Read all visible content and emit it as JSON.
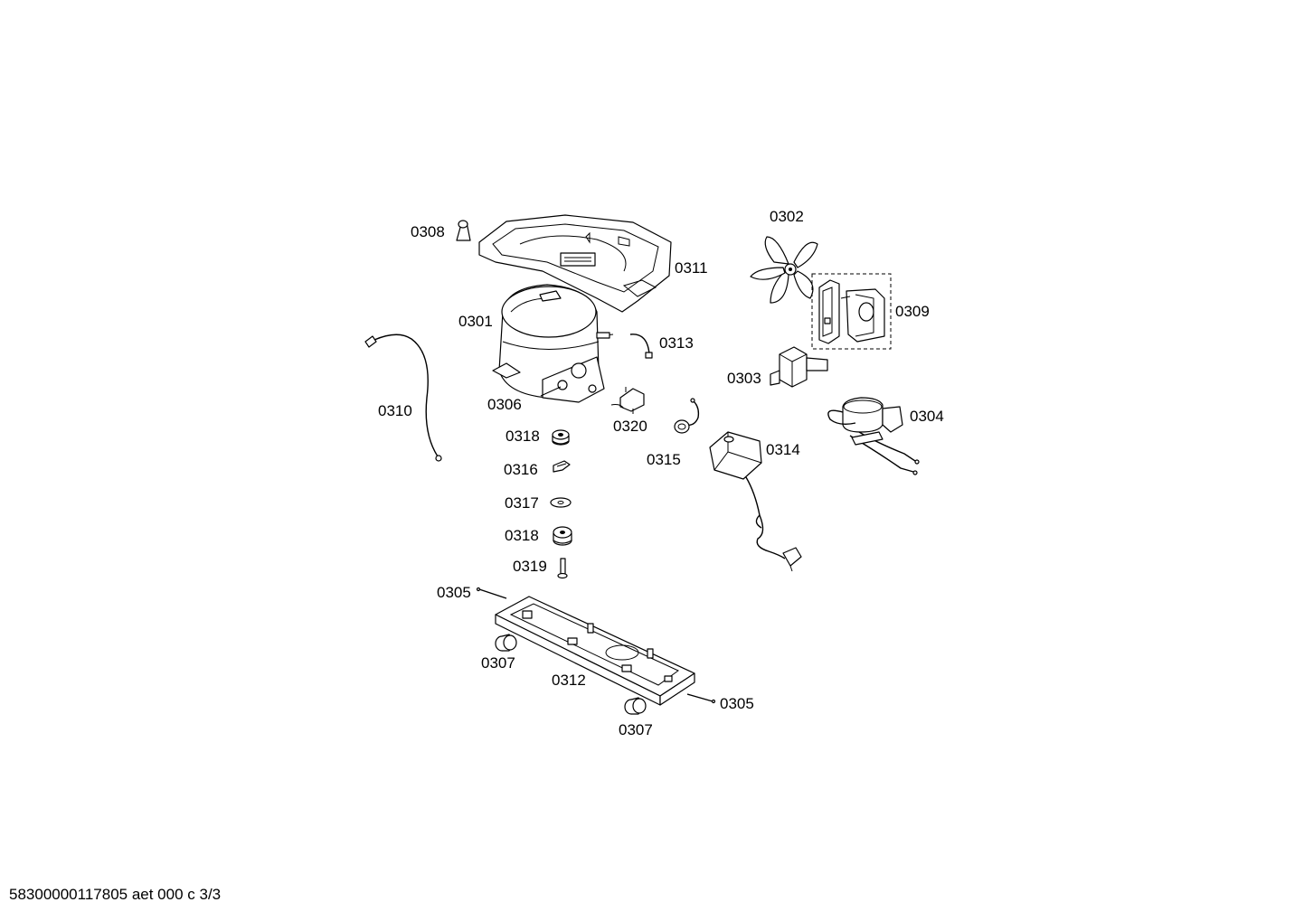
{
  "diagram": {
    "labels": {
      "p0301": "0301",
      "p0302": "0302",
      "p0303": "0303",
      "p0304": "0304",
      "p0305a": "0305",
      "p0305b": "0305",
      "p0306": "0306",
      "p0307a": "0307",
      "p0307b": "0307",
      "p0308": "0308",
      "p0309": "0309",
      "p0310": "0310",
      "p0311": "0311",
      "p0312": "0312",
      "p0313": "0313",
      "p0314": "0314",
      "p0315": "0315",
      "p0316": "0316",
      "p0317": "0317",
      "p0318a": "0318",
      "p0318b": "0318",
      "p0319": "0319",
      "p0320": "0320"
    }
  },
  "footer": {
    "doc_id": "58300000117805 aet 000 c 3/3"
  }
}
